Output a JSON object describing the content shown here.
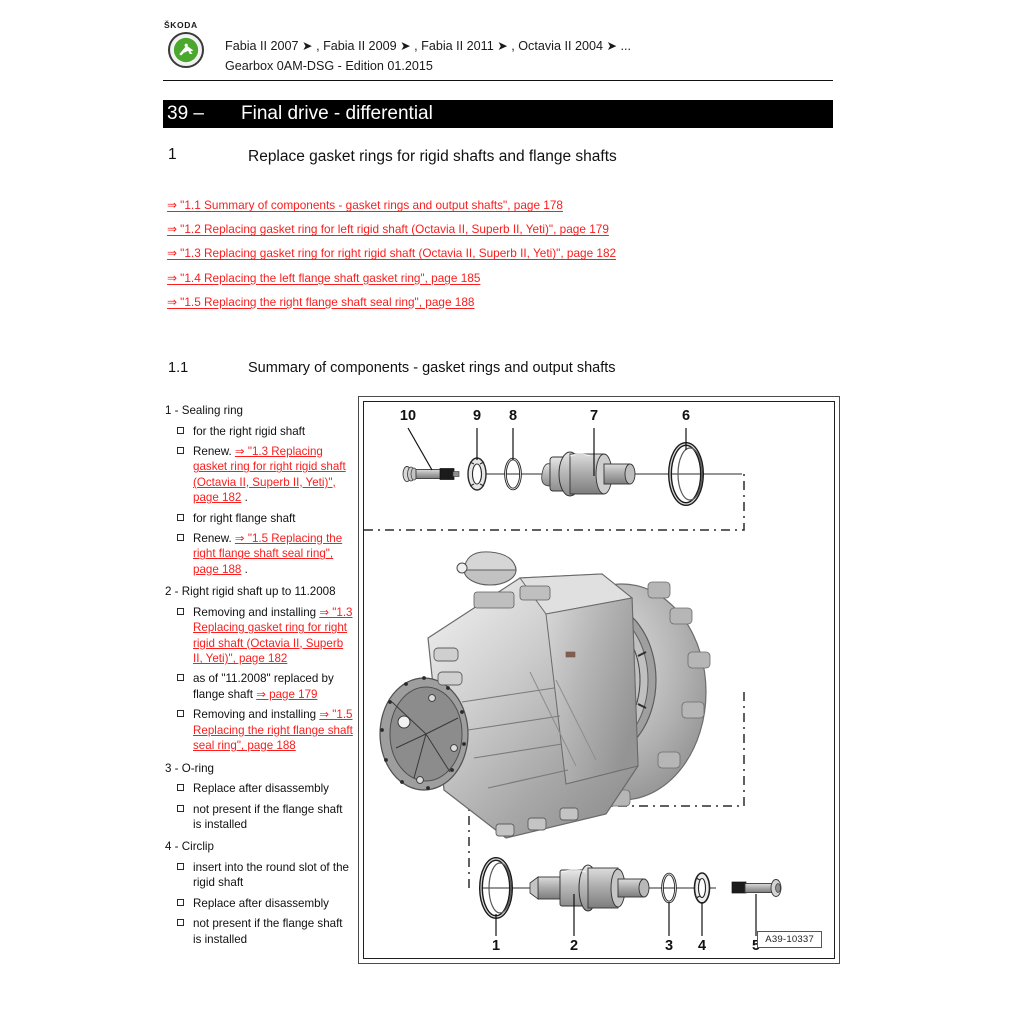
{
  "header": {
    "brand_wordmark": "ŠKODA",
    "brand_logo_icon": "skoda-winged-arrow-icon",
    "models_line": "Fabia II 2007 ➤ , Fabia II 2009 ➤ , Fabia II 2011 ➤ , Octavia II 2004 ➤ ...",
    "edition_line": "Gearbox 0AM-DSG - Edition 01.2015"
  },
  "chapter": {
    "number": "39 –",
    "title": "Final drive - differential"
  },
  "section": {
    "number": "1",
    "title": "Replace gasket rings for rigid shafts and flange shafts"
  },
  "xrefs": [
    "⇒ \"1.1 Summary of components - gasket rings and output shafts\", page 178",
    "⇒ \"1.2 Replacing gasket ring for left rigid shaft (Octavia II, Superb II, Yeti)\", page 179",
    "⇒ \"1.3 Replacing gasket ring for right rigid shaft (Octavia II, Superb II, Yeti)\", page 182",
    "⇒ \"1.4 Replacing the left flange shaft gasket ring\", page 185",
    "⇒ \"1.5 Replacing the right flange shaft seal ring\", page 188"
  ],
  "subsection": {
    "number": "1.1",
    "title": "Summary of components - gasket rings and output shafts"
  },
  "parts": [
    {
      "heading": "1 - Sealing ring",
      "items": [
        {
          "text": "for the right rigid shaft",
          "red": "",
          "tail": ""
        },
        {
          "text": "Renew.",
          "red": "⇒ \"1.3 Replacing gasket ring for right rigid shaft (Octavia II, Superb II, Yeti)\", page 182",
          "tail": " ."
        },
        {
          "text": "for right flange shaft",
          "red": "",
          "tail": ""
        },
        {
          "text": "Renew.",
          "red": "⇒ \"1.5 Replacing the right flange shaft seal ring\", page 188",
          "tail": " ."
        }
      ]
    },
    {
      "heading": "2 - Right rigid shaft up to 11.2008",
      "items": [
        {
          "text": "Removing and installing",
          "red": "⇒ \"1.3 Replacing gasket ring for right rigid shaft (Octavia II, Superb II, Yeti)\", page 182",
          "tail": ""
        },
        {
          "text": "as of \"11.2008\" replaced by flange shaft",
          "red": "⇒ page 179",
          "tail": ""
        },
        {
          "text": "Removing and installing",
          "red": "⇒ \"1.5 Replacing the right flange shaft seal ring\", page 188",
          "tail": ""
        }
      ]
    },
    {
      "heading": "3 - O-ring",
      "items": [
        {
          "text": "Replace after disassembly",
          "red": "",
          "tail": ""
        },
        {
          "text": "not present if the flange shaft is installed",
          "red": "",
          "tail": ""
        }
      ]
    },
    {
      "heading": "4 - Circlip",
      "items": [
        {
          "text": "insert into the round slot of the rigid shaft",
          "red": "",
          "tail": ""
        },
        {
          "text": "Replace after disassembly",
          "red": "",
          "tail": ""
        },
        {
          "text": "not present if the flange shaft is installed",
          "red": "",
          "tail": ""
        }
      ]
    }
  ],
  "figure": {
    "code": "A39-10337",
    "top_callouts": [
      "10",
      "9",
      "8",
      "7",
      "6"
    ],
    "bottom_callouts": [
      "1",
      "2",
      "3",
      "4",
      "5"
    ],
    "subject": "gearbox-housing-exploded-view"
  },
  "colors": {
    "link_red": "#fa1e1e",
    "band_black": "#000000",
    "brand_green": "#4ba82e",
    "text": "#111111"
  }
}
